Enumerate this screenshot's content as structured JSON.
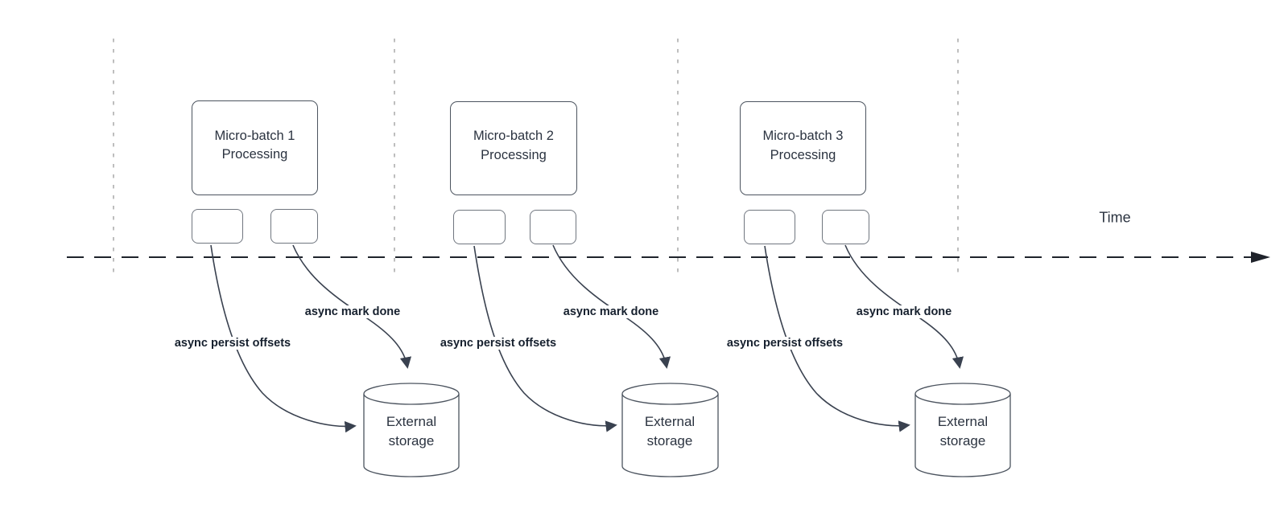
{
  "diagram": {
    "time_label": "Time",
    "sections": [
      {
        "batch_label": "Micro-batch 1\nProcessing",
        "persist_label": "async persist offsets",
        "mark_done_label": "async mark done",
        "storage_label": "External\nstorage"
      },
      {
        "batch_label": "Micro-batch 2\nProcessing",
        "persist_label": "async persist offsets",
        "mark_done_label": "async mark done",
        "storage_label": "External\nstorage"
      },
      {
        "batch_label": "Micro-batch 3\nProcessing",
        "persist_label": "async persist offsets",
        "mark_done_label": "async mark done",
        "storage_label": "External\nstorage"
      }
    ],
    "colors": {
      "timeline": "#1f232b",
      "arrow": "#39414f",
      "box_border": "#4c545f",
      "small_box_border": "#70767f",
      "grid_line": "#a3a3a3",
      "text": "#2b3340",
      "label_text": "#16202e",
      "background": "#ffffff"
    }
  }
}
